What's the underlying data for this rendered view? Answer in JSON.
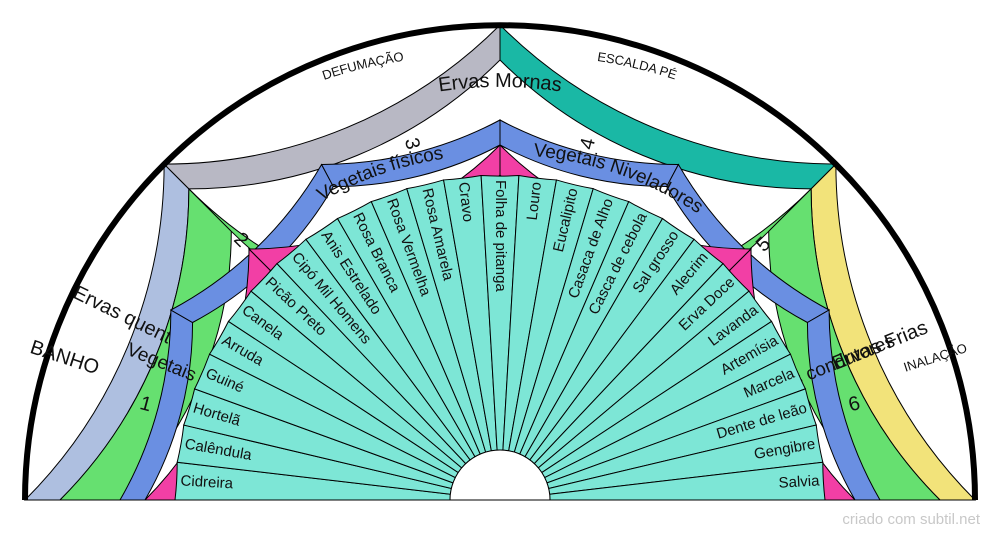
{
  "colors": {
    "banho": "#aebfe0",
    "defumacao": "#b8b8c4",
    "escalda_pe": "#1ab8a5",
    "inalacao": "#f2e37a",
    "ervas": "#66e070",
    "numbers": "#6a8fe2",
    "vegetais": "#f23fa5",
    "herbs": "#7de6d6",
    "outline": "#000000"
  },
  "outer_ring": [
    {
      "key": "banho",
      "label": "BANHO"
    },
    {
      "key": "defumacao",
      "label": "DEFUMAÇÃO"
    },
    {
      "key": "escalda_pe",
      "label": "ESCALDA  PÉ"
    },
    {
      "key": "inalacao",
      "label": "INALAÇÃO"
    }
  ],
  "ervas_ring": [
    {
      "label": "Ervas quentes"
    },
    {
      "label": "Ervas Mornas"
    },
    {
      "label": "Ervas Frias"
    }
  ],
  "number_ring": [
    "1",
    "2",
    "3",
    "4",
    "5",
    "6"
  ],
  "vegetais_ring": [
    {
      "label": "Vegetais puros"
    },
    {
      "label": "Vegetais físicos"
    },
    {
      "label": "Vegetais Niveladores"
    },
    {
      "label": "Vegetais condutores"
    }
  ],
  "herbs": [
    "Cidreira",
    "Calêndula",
    "Hortelã",
    "Guiné",
    "Arruda",
    "Canela",
    "Picão Preto",
    "Cipó Mil Homens",
    "Anis Estrelado",
    "Rosa Branca",
    "Rosa Vermelha",
    "Rosa Amarela",
    "Cravo",
    "Folha de pitanga",
    "Louro",
    "Eucalipito",
    "Casaca de Alho",
    "Casca de cebola",
    "Sal grosso",
    "Alecrim",
    "Erva Doce",
    "Lavanda",
    "Artemísia",
    "Marcela",
    "Dente de leão",
    "Gengibre",
    "Salvia"
  ],
  "credit": "criado com subtil.net"
}
